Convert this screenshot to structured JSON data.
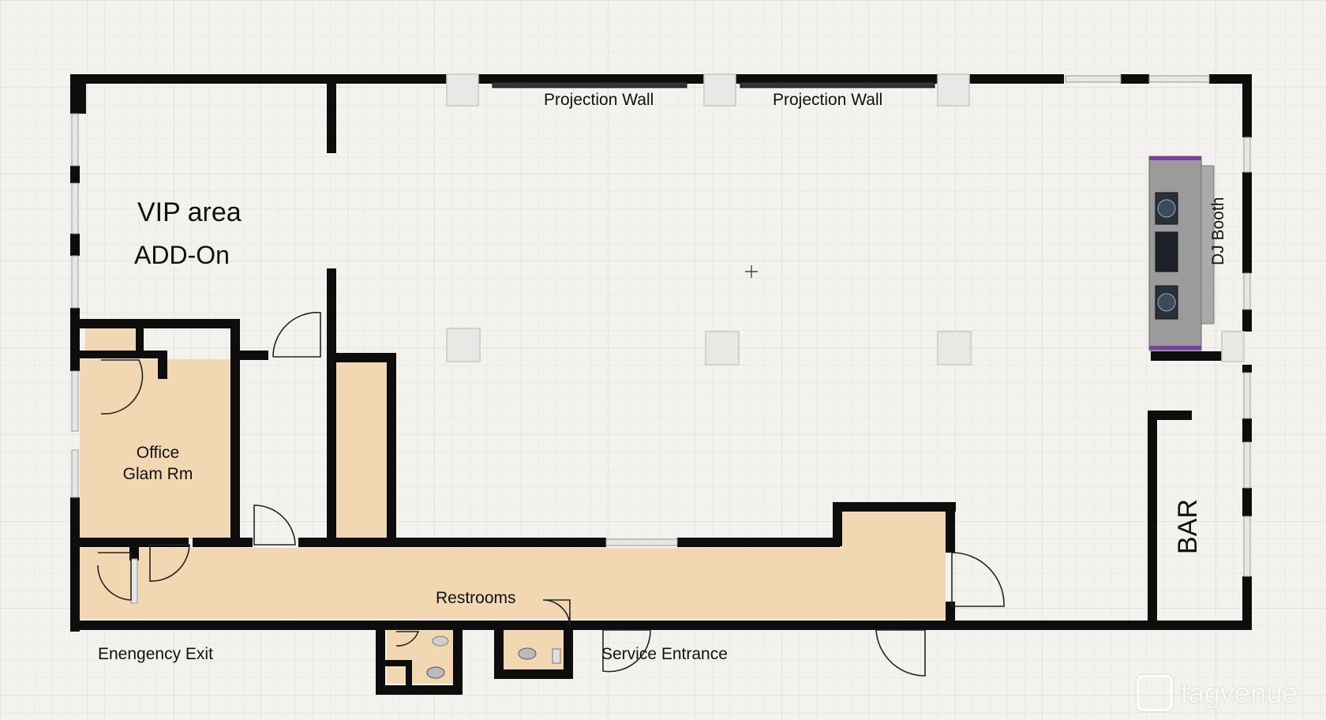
{
  "plan": {
    "labels": {
      "projection_wall_1": "Projection Wall",
      "projection_wall_2": "Projection Wall",
      "vip_area": "VIP area",
      "add_on": "ADD-On",
      "office_line1": "Office",
      "office_line2": "Glam Rm",
      "restrooms": "Restrooms",
      "emergency_exit": "Enengency Exit",
      "service_entrance": "Service Entrance",
      "bar": "BAR",
      "dj_booth": "DJ Booth"
    },
    "watermark": "tagvenue"
  },
  "colors": {
    "wall": "#0d0d0d",
    "room_fill": "#f1d8b2",
    "background": "#f3f2ee",
    "grid": "#e2e1dc",
    "dj_accent": "#7b3fa0"
  }
}
